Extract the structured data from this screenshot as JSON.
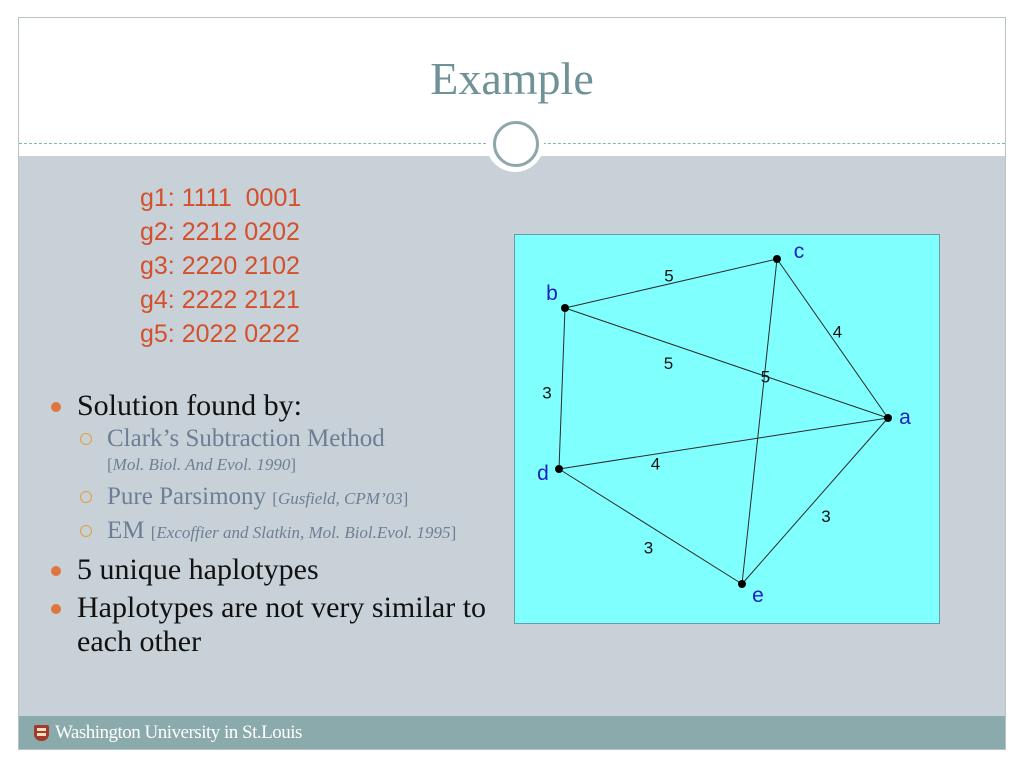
{
  "slide": {
    "title": "Example"
  },
  "genotypes": [
    "g1: 1111  0001",
    "g2: 2212 0202",
    "g3: 2220 2102",
    "g4: 2222 2121",
    "g5: 2022 0222"
  ],
  "bullets": {
    "solution": "Solution found by:",
    "methods": [
      {
        "name": "Clark’s Subtraction Method",
        "cite_open": "[",
        "cite": "Mol. Biol. And Evol. 1990",
        "cite_close": "]",
        "cite_newline": true
      },
      {
        "name": "Pure Parsimony",
        "cite_open": "[",
        "cite": "Gusfield, CPM’03",
        "cite_close": "]",
        "cite_newline": false
      },
      {
        "name": "EM",
        "cite_open": "[",
        "cite": "Excoffier and Slatkin, Mol. Biol.Evol. 1995",
        "cite_close": "]",
        "cite_newline": false
      }
    ],
    "unique": "5 unique haplotypes",
    "similarity": "Haplotypes are not very similar to each other"
  },
  "graph": {
    "nodes": [
      {
        "id": "a",
        "label": "a"
      },
      {
        "id": "b",
        "label": "b"
      },
      {
        "id": "c",
        "label": "c"
      },
      {
        "id": "d",
        "label": "d"
      },
      {
        "id": "e",
        "label": "e"
      }
    ],
    "edges": [
      {
        "from": "b",
        "to": "c",
        "weight": "5"
      },
      {
        "from": "b",
        "to": "a",
        "weight": "5"
      },
      {
        "from": "b",
        "to": "d",
        "weight": "3"
      },
      {
        "from": "c",
        "to": "a",
        "weight": "4"
      },
      {
        "from": "c",
        "to": "e",
        "weight": "5"
      },
      {
        "from": "d",
        "to": "a",
        "weight": "4"
      },
      {
        "from": "d",
        "to": "e",
        "weight": "3"
      },
      {
        "from": "e",
        "to": "a",
        "weight": "3"
      }
    ]
  },
  "footer": {
    "institution": "Washington University in St.Louis"
  },
  "colors": {
    "title": "#6f9297",
    "genotype": "#d4502c",
    "bullet": "#e0753e",
    "graph_bg": "#80ffff",
    "node_label": "#2020c0"
  }
}
